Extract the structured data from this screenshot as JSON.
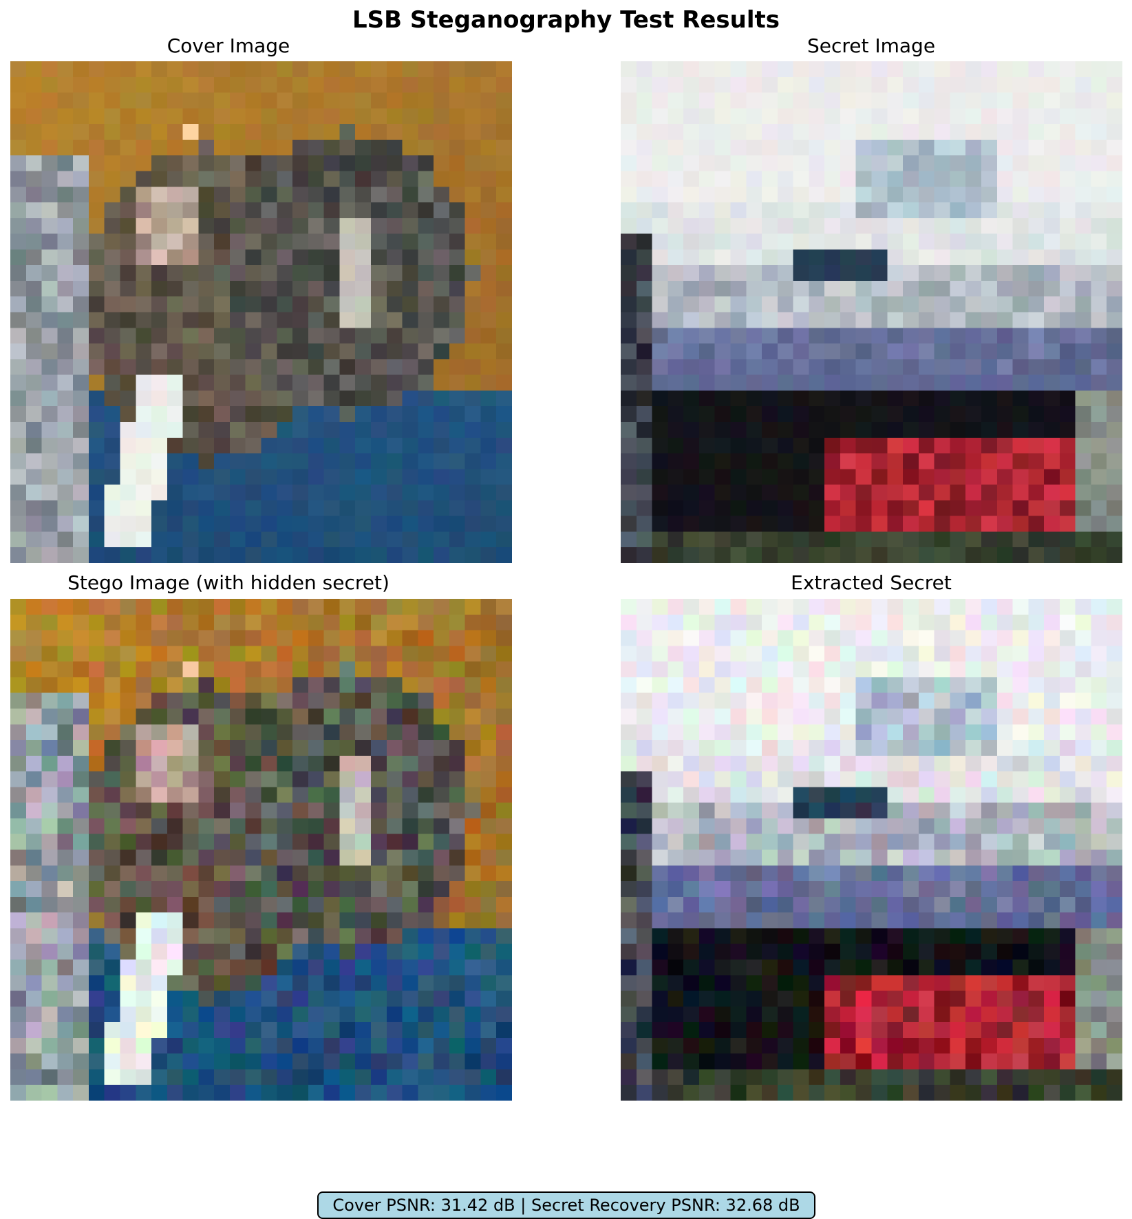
{
  "figure": {
    "title": "LSB Steganography Test Results"
  },
  "panels": [
    {
      "id": "cover",
      "title": "Cover Image",
      "content": "Pixelated photo of a cat-like animal in front of an orange-brown wall, with blue fabric in the lower part of the image"
    },
    {
      "id": "secret",
      "title": "Secret Image",
      "content": "Pixelated photo of a white ship with a blue stripe, black hull and red bow, on greenish water under a pale sky"
    },
    {
      "id": "stego",
      "title": "Stego Image (with hidden secret)",
      "content": "The cover image again, with blotchier, noisier pixel colours"
    },
    {
      "id": "extracted",
      "title": "Extracted Secret",
      "content": "The ship image recovered from the stego image, with slightly noisier and more saturated pixel colours"
    }
  ],
  "metrics": {
    "text": "Cover PSNR: 31.42 dB | Secret Recovery PSNR: 32.68 dB",
    "background_color": "#add8e6"
  },
  "palettes": {
    "cover_wall": "#b7852f",
    "cover_blue": "#2f5f8f",
    "secret_sky": "#ebebeb",
    "secret_hull": "#0c0c10",
    "secret_red": "#c8283c"
  }
}
